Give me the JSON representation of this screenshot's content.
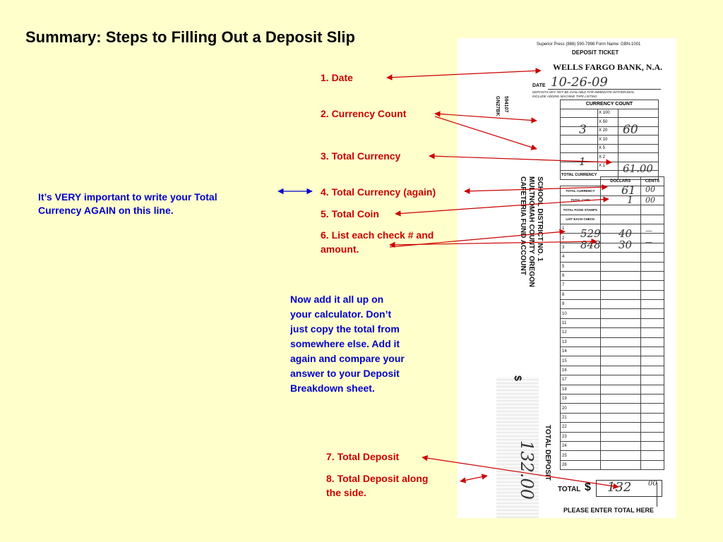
{
  "title": "Summary: Steps to Filling Out a Deposit Slip",
  "steps": {
    "date": "1.     Date",
    "currency_count": "2. Currency Count",
    "total_currency": "3. Total Currency",
    "total_currency_again": "4. Total Currency (again)",
    "total_coin": "5. Total Coin",
    "checks_line1": "6. List each check # and",
    "checks_line2": "amount.",
    "total_deposit": "7. Total Deposit",
    "total_deposit_side_line1": "8. Total Deposit along",
    "total_deposit_side_line2": "the side."
  },
  "notes": {
    "important_line1": "It’s VERY important to write your Total",
    "important_line2": "Currency AGAIN on this line.",
    "add_up": [
      "Now add it all up on",
      "your calculator.  Don’t",
      "just copy the total from",
      "somewhere else.  Add it",
      "again and compare your",
      "answer to your Deposit",
      "Breakdown sheet."
    ]
  },
  "slip": {
    "publisher": "Superior Press (888) 590-7998   Form Name: GBN-1001",
    "header": "DEPOSIT TICKET",
    "bank": "WELLS FARGO BANK, N.A.",
    "side_code1": "GN27BK",
    "side_code2": "594107",
    "date_label": "DATE",
    "date_value": "10-26-09",
    "notice_line1": "DEPOSITS MAY NOT BE AVAILABLE FOR IMMEDIATE WITHDRAWAL",
    "notice_line2": "INCLUDE ADDING MACHINE TAPE LISTING",
    "currency_count_label": "CURRENCY COUNT",
    "denominations": [
      "X  100",
      "X   50",
      "X   20",
      "X   10",
      "X    5",
      "X    2",
      "X    1"
    ],
    "count_twenties": "3",
    "amount_twenties": "60",
    "count_ones": "1",
    "total_currency_label": "TOTAL CURRENCY",
    "total_currency_value": "61.00",
    "account_line1": "SCHOOL DISTRICT NO. 1",
    "account_line2": "MULTNOMAH COUNTY OREGON",
    "account_line3": "CAFETERIA FUND ACCOUNT",
    "dollars_label": "DOLLARS",
    "cents_label": "CENTS",
    "row_total_currency": "TOTAL CURRENCY",
    "row_total_coin": "TOTAL COIN",
    "row_food_stamps": "TOTAL FOOD STAMPS",
    "row_list_checks": "LIST EACH CHECK",
    "tc_dollars": "61",
    "tc_cents": "00",
    "coin_dollars": "1",
    "coin_cents": "00",
    "checks": [
      {
        "num": "1",
        "check": "529",
        "dollars": "40",
        "cents": "—"
      },
      {
        "num": "2",
        "check": "848",
        "dollars": "30",
        "cents": "—"
      }
    ],
    "row_numbers": [
      "3",
      "4",
      "5",
      "6",
      "7",
      "8",
      "9",
      "10",
      "11",
      "12",
      "13",
      "14",
      "15",
      "16",
      "17",
      "18",
      "19",
      "20",
      "21",
      "22",
      "23",
      "24",
      "25",
      "26"
    ],
    "total_deposit_side_label": "TOTAL DEPOSIT",
    "dollar_sign_side": "$",
    "side_amount": "132.00",
    "total_label": "TOTAL",
    "total_dollar_sign": "$",
    "total_value": "132",
    "total_cents": "00",
    "please_enter": "PLEASE ENTER TOTAL HERE"
  }
}
